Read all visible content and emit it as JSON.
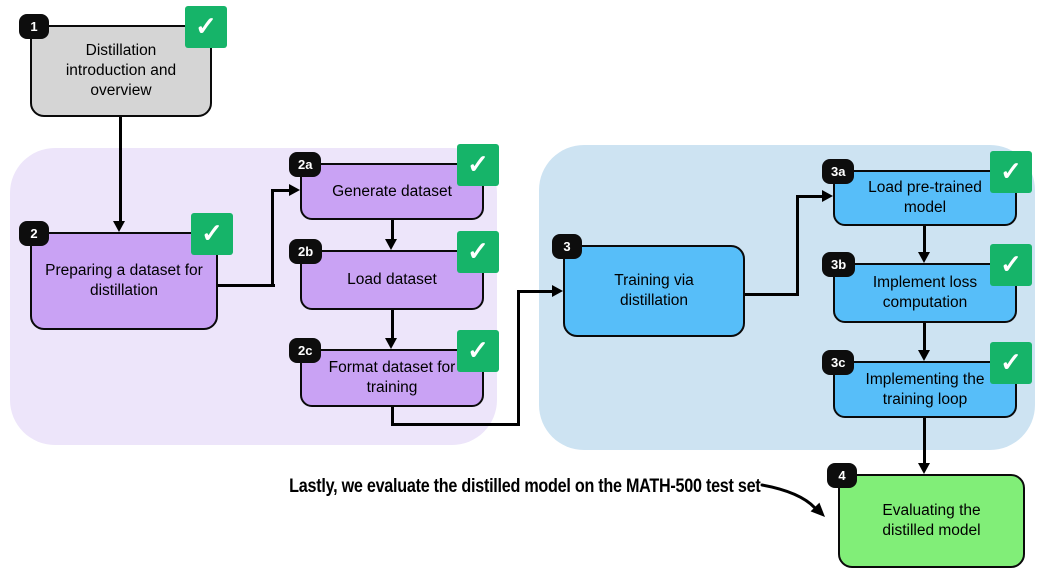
{
  "diagram": {
    "annotation": "Lastly, we evaluate the distilled model on the MATH-500 test set",
    "check_glyph": "✓",
    "colors": {
      "gray_node": "#D5D5D5",
      "purple_node": "#C9A2F4",
      "purple_region": "#EDE5FA",
      "blue_node": "#57BEF9",
      "blue_region": "#CDE3F2",
      "green_node": "#81EE78",
      "check_green": "#16B469",
      "badge_black": "#0D0D0D",
      "line_black": "#000000"
    },
    "nodes": {
      "n1": {
        "badge": "1",
        "label": "Distillation introduction and overview",
        "checked": true
      },
      "n2": {
        "badge": "2",
        "label": "Preparing a dataset for distillation",
        "checked": true
      },
      "n2a": {
        "badge": "2a",
        "label": "Generate dataset",
        "checked": true
      },
      "n2b": {
        "badge": "2b",
        "label": "Load dataset",
        "checked": true
      },
      "n2c": {
        "badge": "2c",
        "label": "Format dataset for training",
        "checked": true
      },
      "n3": {
        "badge": "3",
        "label": "Training via distillation",
        "checked": false
      },
      "n3a": {
        "badge": "3a",
        "label": "Load pre-trained model",
        "checked": true
      },
      "n3b": {
        "badge": "3b",
        "label": "Implement loss computation",
        "checked": true
      },
      "n3c": {
        "badge": "3c",
        "label": "Implementing the training loop",
        "checked": true
      },
      "n4": {
        "badge": "4",
        "label": "Evaluating the distilled model",
        "checked": false
      }
    }
  }
}
